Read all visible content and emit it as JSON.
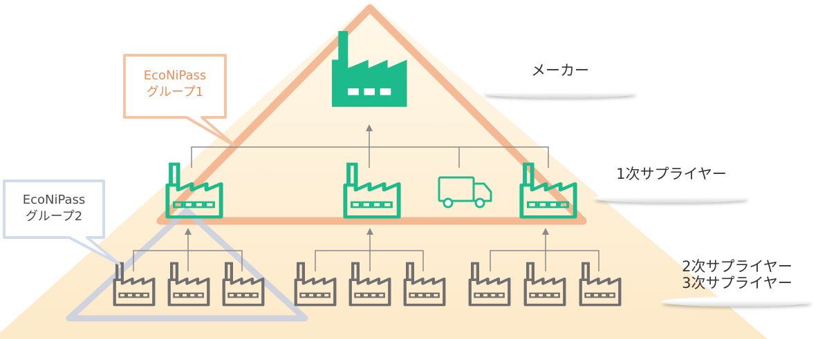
{
  "colors": {
    "pyramid_fill": "#fdebc8",
    "group1": "#f0a57c",
    "group2": "#b7c4dd",
    "active_icon": "#1dba8c",
    "inactive_icon": "#6f6f6f",
    "connector": "#8a8a8a",
    "group1_text": "#e98d57",
    "group2_text": "#4a4a4a"
  },
  "tiers": {
    "maker": "メーカー",
    "tier1": "1次サプライヤー",
    "tier2": "2次サプライヤー",
    "tier3": "3次サプライヤー"
  },
  "groups": {
    "group1": {
      "line1": "EcoNiPass",
      "line2": "グループ1"
    },
    "group2": {
      "line1": "EcoNiPass",
      "line2": "グループ2"
    }
  },
  "icons": {
    "maker": "factory-icon",
    "tier1": [
      "factory-icon",
      "factory-icon",
      "truck-icon",
      "factory-icon"
    ],
    "tier2_clusters": [
      [
        "factory-icon",
        "factory-icon",
        "factory-icon"
      ],
      [
        "factory-icon",
        "factory-icon",
        "factory-icon"
      ],
      [
        "factory-icon",
        "factory-icon",
        "factory-icon"
      ]
    ]
  }
}
